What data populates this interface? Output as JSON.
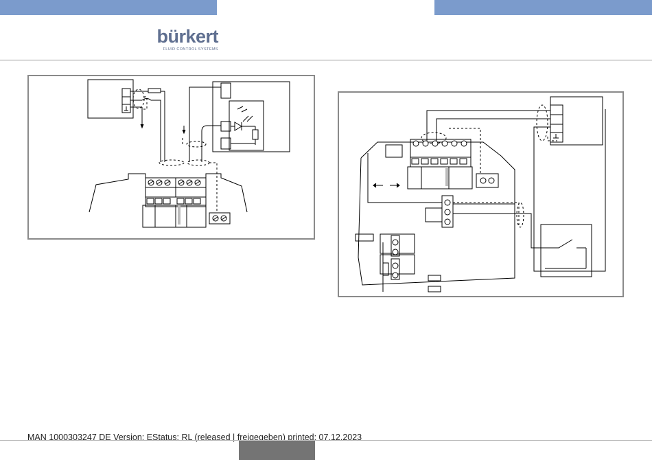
{
  "header": {
    "accent_color": "#7b9bcc",
    "logo_name": "burkert-logo",
    "logo_text": "bürkert",
    "logo_tagline": "FLUID CONTROL SYSTEMS",
    "logo_color": "#5f6f90"
  },
  "figures": [
    {
      "name": "wiring-diagram-left",
      "content": "terminal block wiring diagram with sensor and optocoupler output"
    },
    {
      "name": "wiring-diagram-right",
      "content": "device housing wiring diagram with relay contact"
    }
  ],
  "footer": {
    "text": "MAN  1000303247  DE  Version: EStatus: RL (released | freigegeben)  printed: 07.12.2023",
    "tab_color": "#747474"
  }
}
